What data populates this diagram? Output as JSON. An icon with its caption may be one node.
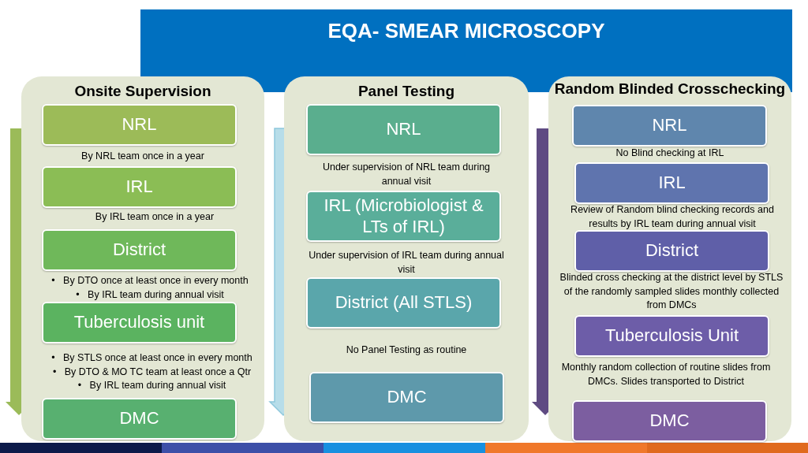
{
  "diagram": {
    "title": "EQA- SMEAR MICROSCOPY",
    "nodes": [
      {
        "text": [
          "Onsite Supervision"
        ]
      },
      {
        "text": [
          "NRL"
        ],
        "in": 0,
        "beside": [
          "By NRL team once in a year"
        ]
      },
      {
        "text": [
          "IRL"
        ],
        "in": 0,
        "beside": [
          "By IRL team once in a year"
        ]
      },
      {
        "text": [
          "District"
        ],
        "in": 0,
        "beside": [
          "•   By DTO once at least once in every month",
          "•   By IRL team during annual visit"
        ]
      },
      {
        "text": [
          "Tuberculosis unit"
        ],
        "in": 0,
        "beside": [
          "•   By STLS once at least once in every month",
          "•   By DTO & MO TC team at least once a Qtr",
          "•   By IRL team during annual visit"
        ]
      },
      {
        "text": [
          "DMC"
        ],
        "in": 0
      },
      {
        "text": [
          "Panel Testing"
        ]
      },
      {
        "text": [
          "NRL"
        ],
        "in": 6,
        "beside": [
          "Under supervision of NRL team during annual visit"
        ]
      },
      {
        "text": [
          "IRL (Microbiologist & LTs of IRL)"
        ],
        "in": 6,
        "beside": [
          "Under supervision of IRL team during annual visit"
        ]
      },
      {
        "text": [
          "District (All STLS)"
        ],
        "in": 6,
        "beside": [
          "No Panel Testing as routine"
        ]
      },
      {
        "text": [
          "DMC"
        ],
        "in": 6
      },
      {
        "text": [
          "Random Blinded Crosschecking"
        ]
      },
      {
        "text": [
          "NRL"
        ],
        "in": 11,
        "beside": [
          "No Blind checking at IRL"
        ]
      },
      {
        "text": [
          "IRL"
        ],
        "in": 11,
        "beside": [
          "Review of Random blind checking records and results by IRL team during annual visit"
        ]
      },
      {
        "text": [
          "District"
        ],
        "in": 11,
        "beside": [
          "Blinded cross checking at the district level by STLS of the randomly sampled slides monthly collected  from DMCs"
        ]
      },
      {
        "text": [
          "Tuberculosis Unit"
        ],
        "in": 11,
        "beside": [
          "Monthly random collection of routine slides from DMCs. Slides transported to District"
        ]
      },
      {
        "text": [
          "DMC"
        ],
        "in": 11
      }
    ]
  }
}
